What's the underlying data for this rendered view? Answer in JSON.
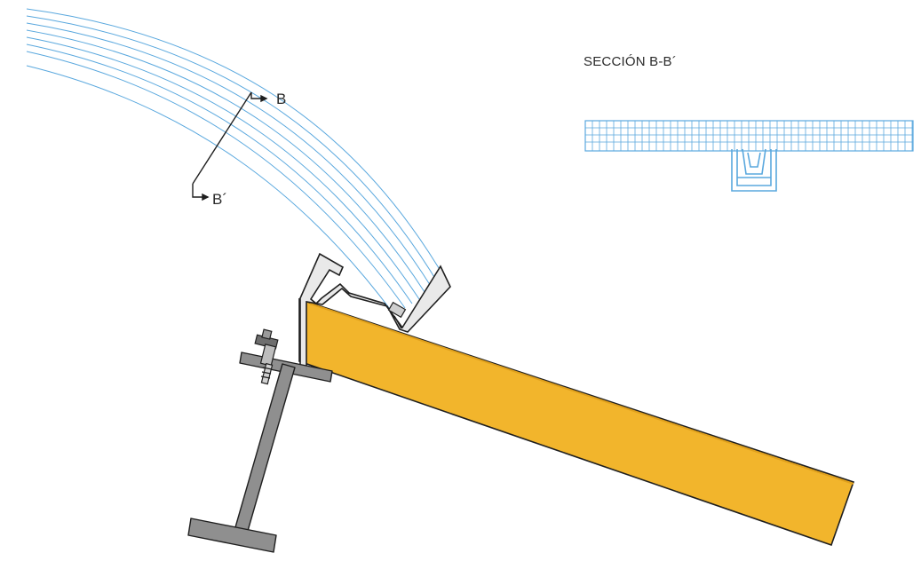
{
  "section_title": "SECCIÓN B-B´",
  "cut_label_top": "B",
  "cut_label_bottom": "B´",
  "colors": {
    "polycarbonate": "#5aa8de",
    "timber": "#f2b52c",
    "steel": "#8f8f8f",
    "outline": "#1f1f1f"
  }
}
